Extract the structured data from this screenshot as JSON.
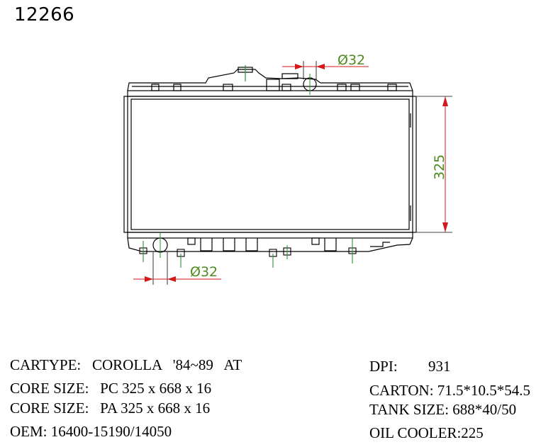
{
  "part_number": "12266",
  "dimensions": {
    "top_inlet": "Ø32",
    "bottom_outlet": "Ø32",
    "core_height": "325"
  },
  "specs": {
    "cartype": "CARTYPE:   COROLLA   '84~89   AT",
    "core_size_pc": "CORE SIZE:   PC 325 x 668 x 16",
    "core_size_pa": "CORE SIZE:   PA 325 x 668 x 16",
    "oem": "OEM: 16400-15190/14050",
    "dpi_label": "DPI:",
    "dpi_value": "931",
    "carton": "CARTON: 71.5*10.5*54.5",
    "tank_size": "TANK SIZE: 688*40/50",
    "oil_cooler": "OIL COOLER:225"
  },
  "colors": {
    "outline": "#000000",
    "dimension_line": "#d11a1a",
    "dimension_text": "#4c8a1e"
  }
}
